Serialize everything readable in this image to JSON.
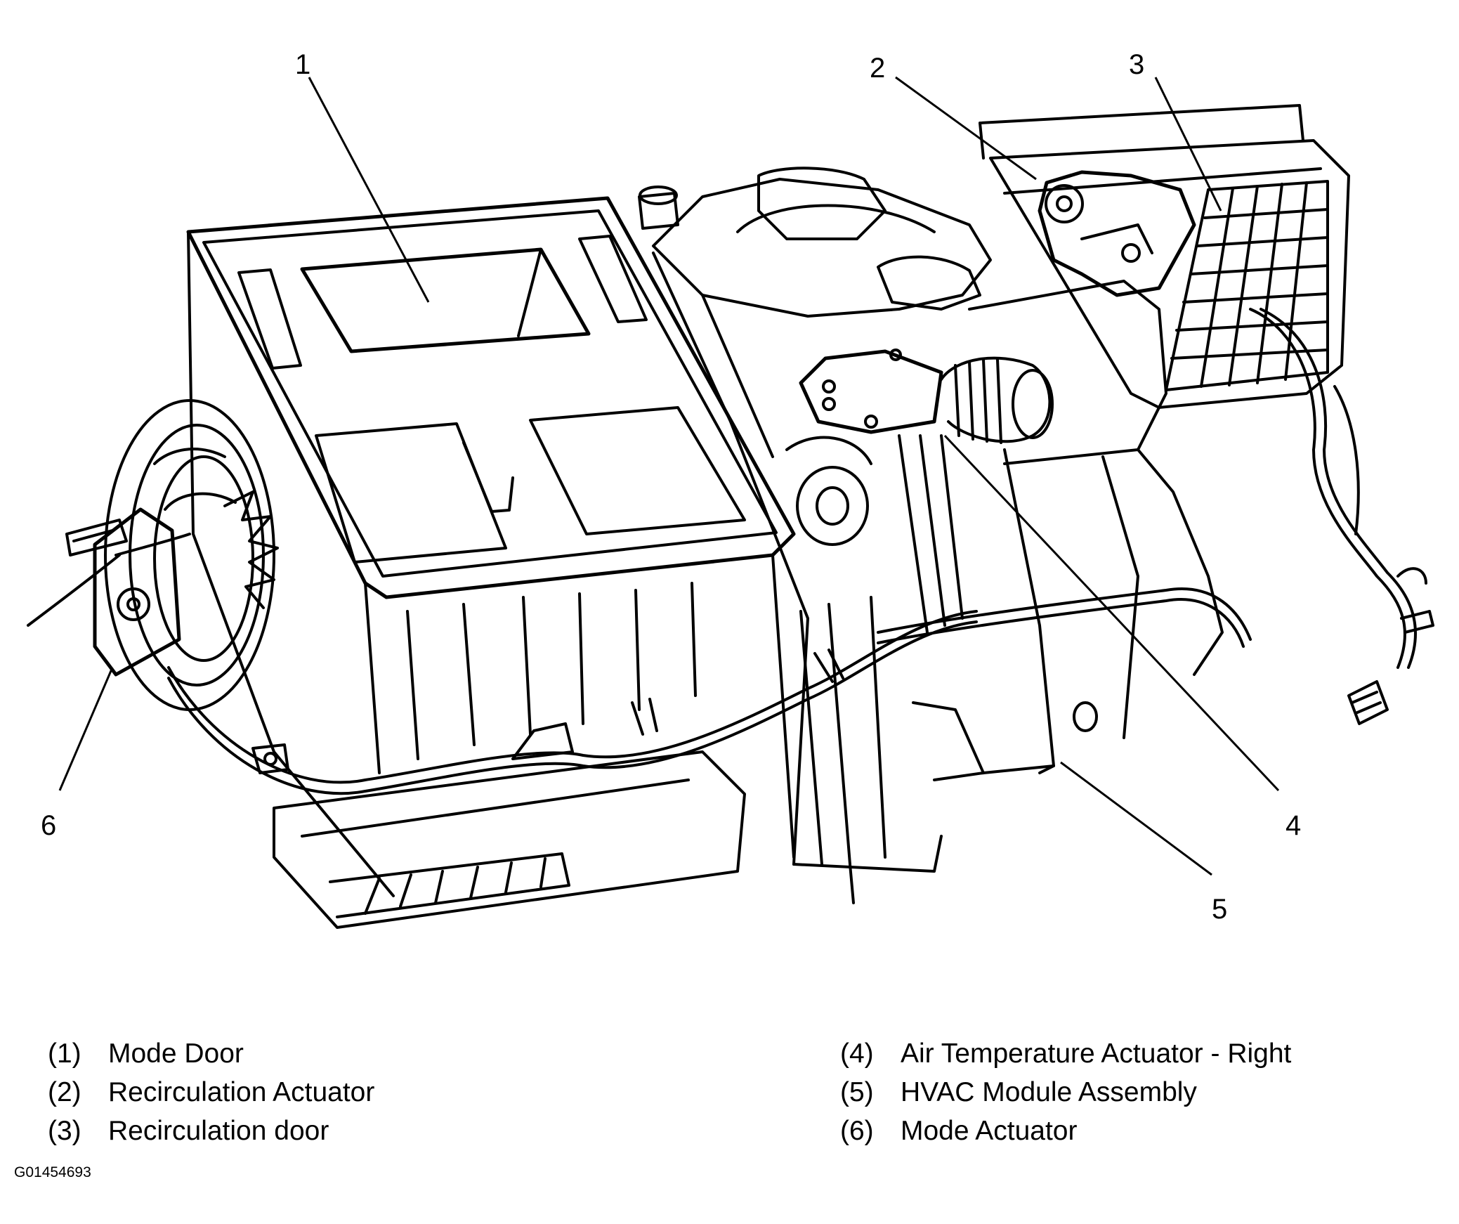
{
  "diagram": {
    "callouts": [
      {
        "number": "1"
      },
      {
        "number": "2"
      },
      {
        "number": "3"
      },
      {
        "number": "4"
      },
      {
        "number": "5"
      },
      {
        "number": "6"
      }
    ]
  },
  "legend": {
    "items": [
      {
        "num": "(1)",
        "label": "Mode Door"
      },
      {
        "num": "(2)",
        "label": "Recirculation Actuator"
      },
      {
        "num": "(3)",
        "label": "Recirculation door"
      },
      {
        "num": "(4)",
        "label": "Air Temperature Actuator - Right"
      },
      {
        "num": "(5)",
        "label": "HVAC Module Assembly"
      },
      {
        "num": "(6)",
        "label": "Mode Actuator"
      }
    ]
  },
  "figure_id": "G01454693"
}
